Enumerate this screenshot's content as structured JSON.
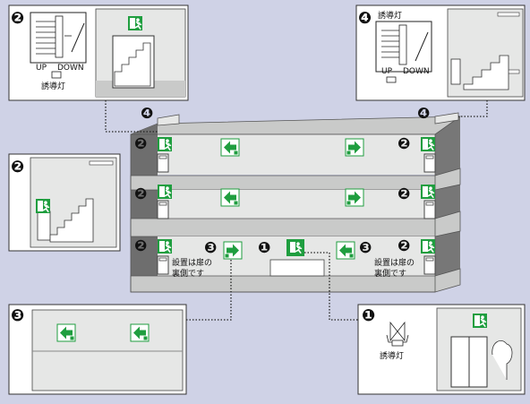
{
  "colors": {
    "background": "#cfd2e6",
    "panel_gray": "#e6e7e6",
    "floor_gray": "#c9cac9",
    "side_dark": "#777777",
    "sign_green": "#1f9e3f",
    "sign_green_light": "#e8f5ea",
    "dotted_line": "#222222"
  },
  "markers": {
    "n1": "❶",
    "n2": "❷",
    "n3": "❸",
    "n4": "❹"
  },
  "labels": {
    "induction_light": "誘導灯",
    "stair_up": "UP",
    "stair_down": "DOWN",
    "install_line1": "設置は扉の",
    "install_line2": "裏側です"
  },
  "icons": {
    "exit_person": "running-person-exit-icon",
    "arrow_left": "left-arrow-exit-icon",
    "arrow_right": "right-arrow-exit-icon"
  }
}
